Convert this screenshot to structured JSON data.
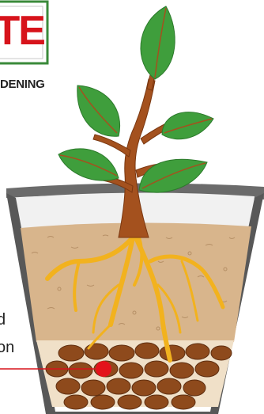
{
  "brand": {
    "logo_text": "TE",
    "tagline": "DENING",
    "red": "#d7131b",
    "logo_border": "#3a8a3a"
  },
  "callout": {
    "line1": "d",
    "line2": "on",
    "marker_color": "#e3121b"
  },
  "colors": {
    "leaf": "#3f9e3c",
    "stem": "#a4511e",
    "roots": "#f2b21e",
    "soil": "#d8b58c",
    "pebbles": "#8e4a1c",
    "pot": "#585858"
  },
  "icons": [
    "plant-illustration",
    "pot-illustration",
    "pebble-layer",
    "callout-marker"
  ]
}
